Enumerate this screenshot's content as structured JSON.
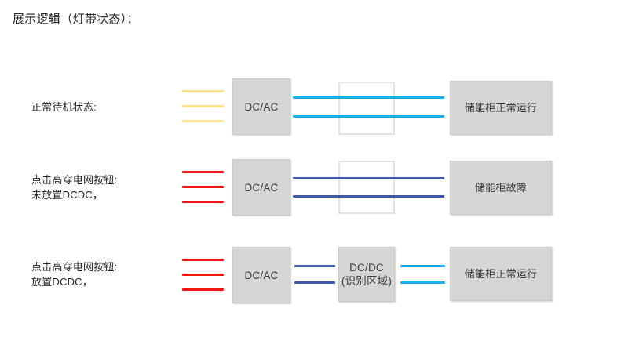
{
  "title": "展示逻辑（灯带状态）：",
  "colors": {
    "strip_yellow": "#fbe08a",
    "strip_red": "#f21616",
    "strip_cyan": "#1eacf0",
    "strip_navy": "#3b5ba9",
    "box_fill": "#d6d6d6",
    "box_border": "#c9c9c9",
    "empty_box_border": "#e2e2e2",
    "text": "#1f1f1f"
  },
  "rows": [
    {
      "label": "正常待机状态:",
      "input_strip_color": "#fbe08a",
      "input_strip_count": 3,
      "converter_label": "DC/AC",
      "middle_box_label": "",
      "middle_box_empty": true,
      "output_strip_color": "#1eacf0",
      "output_strip_count": 2,
      "status_label": "储能柜正常运行"
    },
    {
      "label": "点击高穿电网按钮:\n未放置DCDC，",
      "input_strip_color": "#f21616",
      "input_strip_count": 3,
      "converter_label": "DC/AC",
      "middle_box_label": "",
      "middle_box_empty": true,
      "output_strip_color": "#3b5ba9",
      "output_strip_count": 2,
      "status_label": "储能柜故障"
    },
    {
      "label": "点击高穿电网按钮:\n放置DCDC，",
      "input_strip_color": "#f21616",
      "input_strip_count": 3,
      "converter_label": "DC/AC",
      "middle_box_label": "DC/DC\n(识别区域)",
      "middle_box_empty": false,
      "output_strip_color": "#1eacf0",
      "output_strip_count": 2,
      "mid_strip_color": "#3b5ba9",
      "mid_strip_count": 2,
      "status_label": "储能柜正常运行"
    }
  ]
}
